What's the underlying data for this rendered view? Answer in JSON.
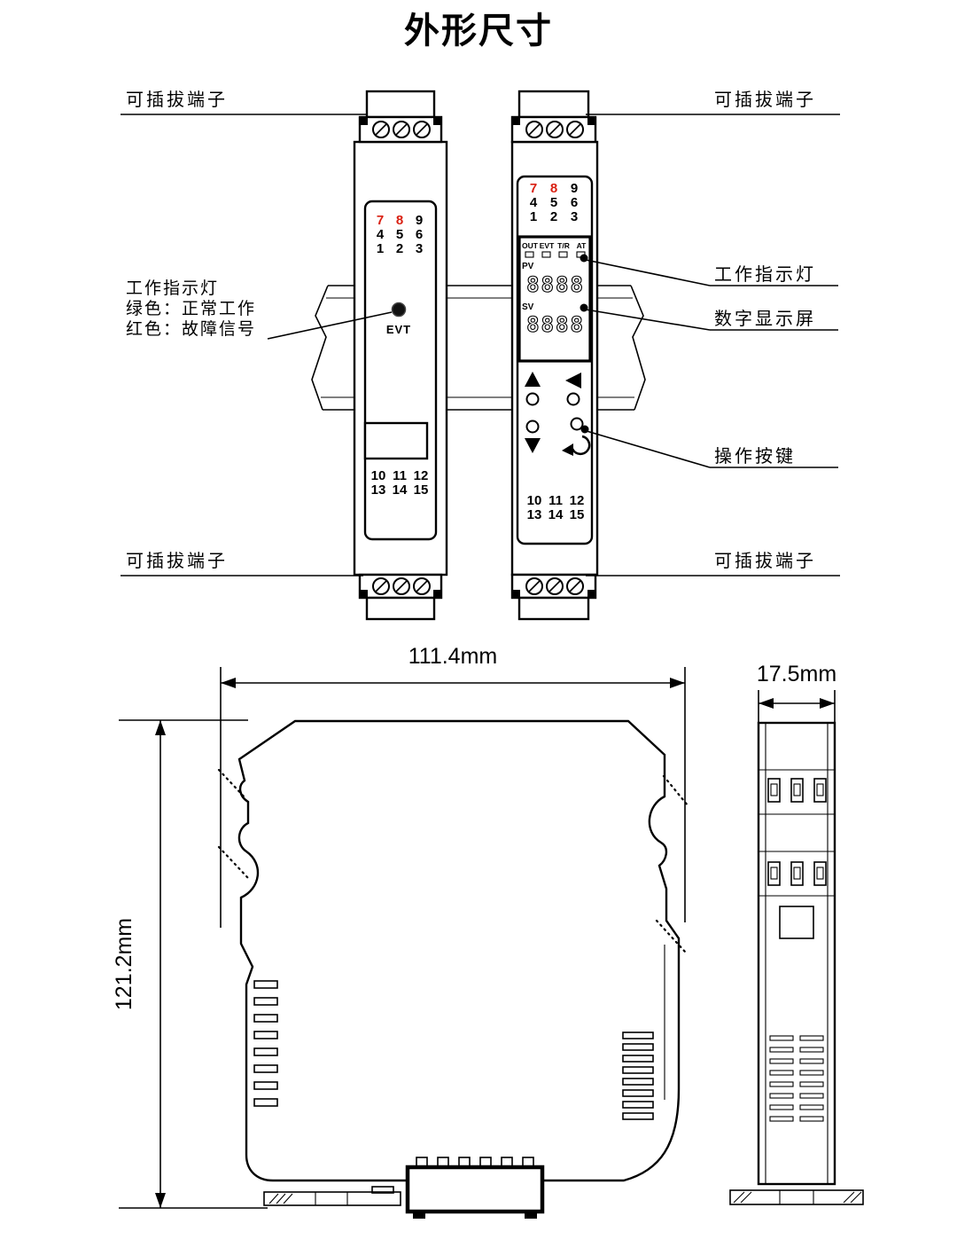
{
  "title": "外形尺寸",
  "colors": {
    "line": "#000000",
    "terminal_red": "#d91f11",
    "led": "#111111"
  },
  "callouts": {
    "terminal_top_left": "可插拔端子",
    "terminal_top_right": "可插拔端子",
    "terminal_bottom_left": "可插拔端子",
    "terminal_bottom_right": "可插拔端子",
    "indicator_left_title": "工作指示灯",
    "indicator_left_green": "绿色：正常工作",
    "indicator_left_red": "红色：故障信号",
    "indicator_right": "工作指示灯",
    "digital_display": "数字显示屏",
    "operation_keys": "操作按键"
  },
  "module_left": {
    "top_terminals": [
      "7",
      "8",
      "9",
      "4",
      "5",
      "6",
      "1",
      "2",
      "3"
    ],
    "led_label": "EVT",
    "bottom_terminals": [
      "10",
      "11",
      "12",
      "13",
      "14",
      "15"
    ]
  },
  "module_right": {
    "top_terminals": [
      "7",
      "8",
      "9",
      "4",
      "5",
      "6",
      "1",
      "2",
      "3"
    ],
    "status_labels": [
      "OUT",
      "EVT",
      "T/R",
      "AT"
    ],
    "pv_label": "PV",
    "pv_value": "8888",
    "sv_label": "SV",
    "sv_value": "8888",
    "bottom_terminals": [
      "10",
      "11",
      "12",
      "13",
      "14",
      "15"
    ]
  },
  "dimensions": {
    "width": "111.4mm",
    "height": "121.2mm",
    "depth": "17.5mm"
  }
}
